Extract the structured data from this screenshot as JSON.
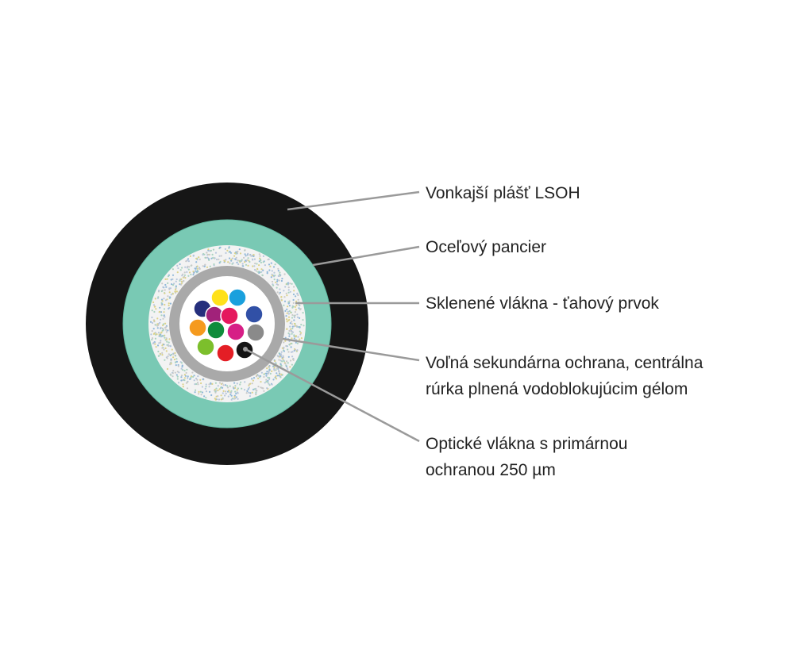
{
  "colors": {
    "jacket": "#161616",
    "armor": "#79c9b4",
    "armor_edge": "#5fb59e",
    "strength_bg": "#f3f3f3",
    "tube": "#a9a9a9",
    "tube_inner": "#ffffff",
    "leader": "#9a9a9a",
    "dots": [
      "#8fb7d9",
      "#c9c9c9",
      "#a9d3bf",
      "#dcd28a",
      "#b6c6dc"
    ]
  },
  "fibers": [
    {
      "color": "#252f7c",
      "name": "blue-navy"
    },
    {
      "color": "#ffe11b",
      "name": "yellow"
    },
    {
      "color": "#1aa0dd",
      "name": "light-blue"
    },
    {
      "color": "#a1227a",
      "name": "violet"
    },
    {
      "color": "#e5195e",
      "name": "pink"
    },
    {
      "color": "#3150a6",
      "name": "blue"
    },
    {
      "color": "#f59a1e",
      "name": "orange"
    },
    {
      "color": "#0f8c3b",
      "name": "green"
    },
    {
      "color": "#d61e86",
      "name": "magenta"
    },
    {
      "color": "#8a8a8a",
      "name": "grey"
    },
    {
      "color": "#7cbf2c",
      "name": "lime"
    },
    {
      "color": "#e41e25",
      "name": "red"
    },
    {
      "color": "#141414",
      "name": "black"
    }
  ],
  "labels": {
    "jacket": "Vonkajší plášť LSOH",
    "armor": "Oceľový pancier",
    "strength": "Sklenené vlákna - ťahový prvok",
    "tube_line1": "Voľná sekundárna ochrana, centrálna",
    "tube_line2": "rúrka plnená vodoblokujúcim gélom",
    "fiber_line1": "Optické vlákna s primárnou",
    "fiber_line2": "ochranou 250 µm"
  }
}
